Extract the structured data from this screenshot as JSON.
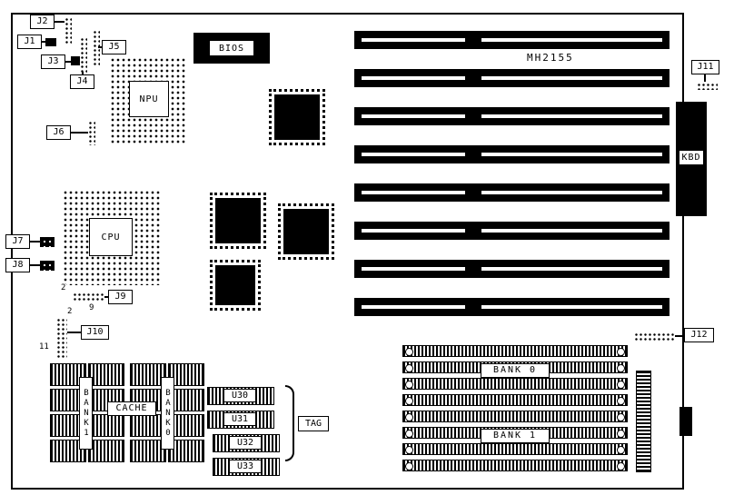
{
  "board": {
    "model": "MH2155"
  },
  "connectors": {
    "j1": "J1",
    "j2": "J2",
    "j3": "J3",
    "j4": "J4",
    "j5": "J5",
    "j6": "J6",
    "j7": "J7",
    "j8": "J8",
    "j9": "J9",
    "j10": "J10",
    "j11": "J11",
    "j12": "J12",
    "kbd": "KBD"
  },
  "chips": {
    "npu": "NPU",
    "cpu": "CPU",
    "bios": "BIOS",
    "u30": "U30",
    "u31": "U31",
    "u32": "U32",
    "u33": "U33",
    "tag": "TAG",
    "cache": "CACHE",
    "bank1": "BANK1",
    "bank0": "BANK0"
  },
  "memory": {
    "bank0": "BANK 0",
    "bank1": "BANK 1"
  },
  "pins": {
    "j9_first": "2",
    "j9_last": "9",
    "j10_first": "2",
    "j10_last": "11"
  }
}
